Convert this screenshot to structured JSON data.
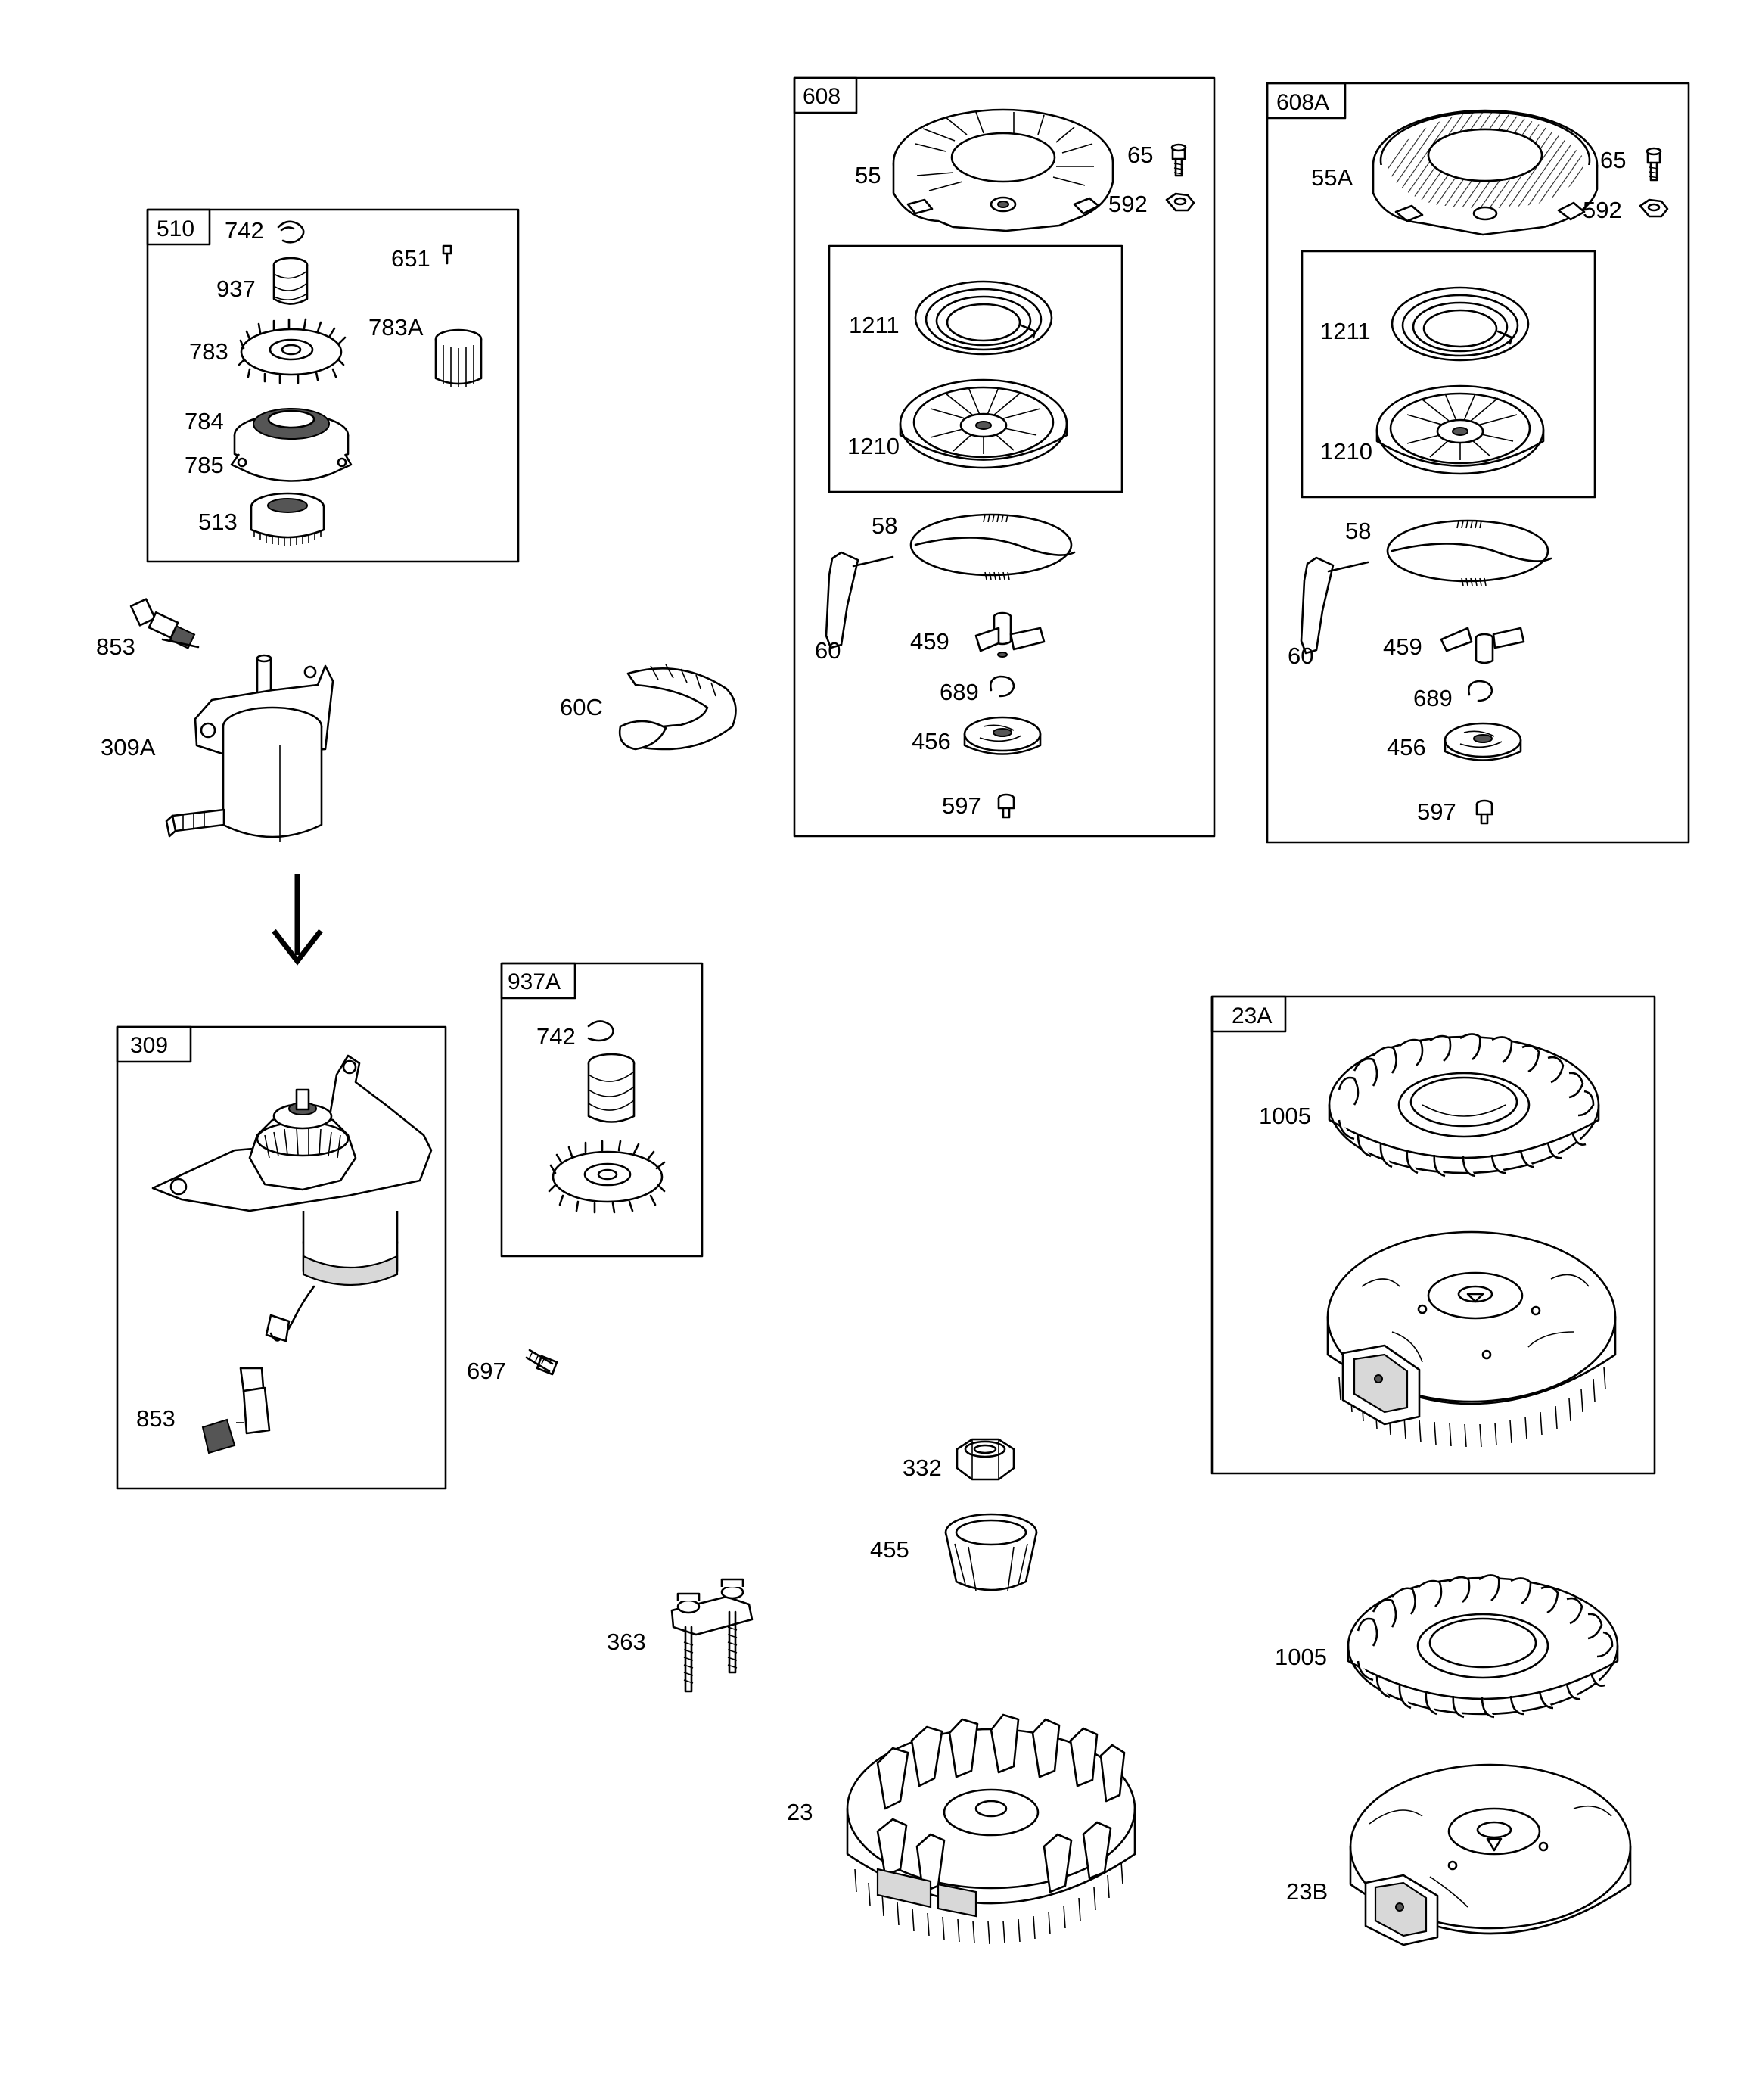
{
  "boxes": {
    "b510": "510",
    "b608": "608",
    "b608a": "608A",
    "b309": "309",
    "b937a": "937A",
    "b23a": "23A"
  },
  "labels": {
    "p742a": "742",
    "p651": "651",
    "p937": "937",
    "p783": "783",
    "p783a": "783A",
    "p784": "784",
    "p785": "785",
    "p513": "513",
    "p853a": "853",
    "p309a": "309A",
    "p60c": "60C",
    "p55": "55",
    "p65a": "65",
    "p592a": "592",
    "p1211a": "1211",
    "p1210a": "1210",
    "p58a": "58",
    "p60a": "60",
    "p459a": "459",
    "p689a": "689",
    "p456a": "456",
    "p597a": "597",
    "p55a": "55A",
    "p65b": "65",
    "p592b": "592",
    "p1211b": "1211",
    "p1210b": "1210",
    "p58b": "58",
    "p60b": "60",
    "p459b": "459",
    "p689b": "689",
    "p456b": "456",
    "p597b": "597",
    "p742b": "742",
    "p853b": "853",
    "p697": "697",
    "p1005a": "1005",
    "p332": "332",
    "p455": "455",
    "p363": "363",
    "p23": "23",
    "p1005b": "1005",
    "p23b": "23B"
  },
  "icons": [
    "down-arrow-icon"
  ]
}
